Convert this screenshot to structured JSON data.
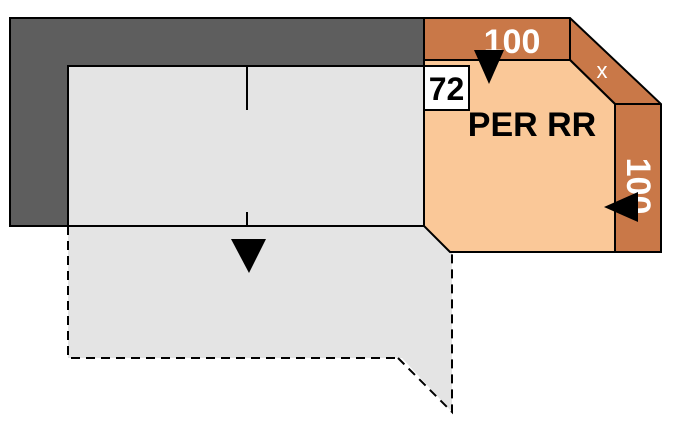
{
  "diagram": {
    "module_label": "PER RR",
    "width_top": "100",
    "width_right": "100",
    "seat_depth": "72",
    "corner_mark": "x",
    "colors": {
      "back_dark": "#5e5e5e",
      "seat_light": "#e4e4e4",
      "corner_back": "#c97848",
      "corner_seat": "#fac898",
      "outline": "#000000"
    }
  }
}
